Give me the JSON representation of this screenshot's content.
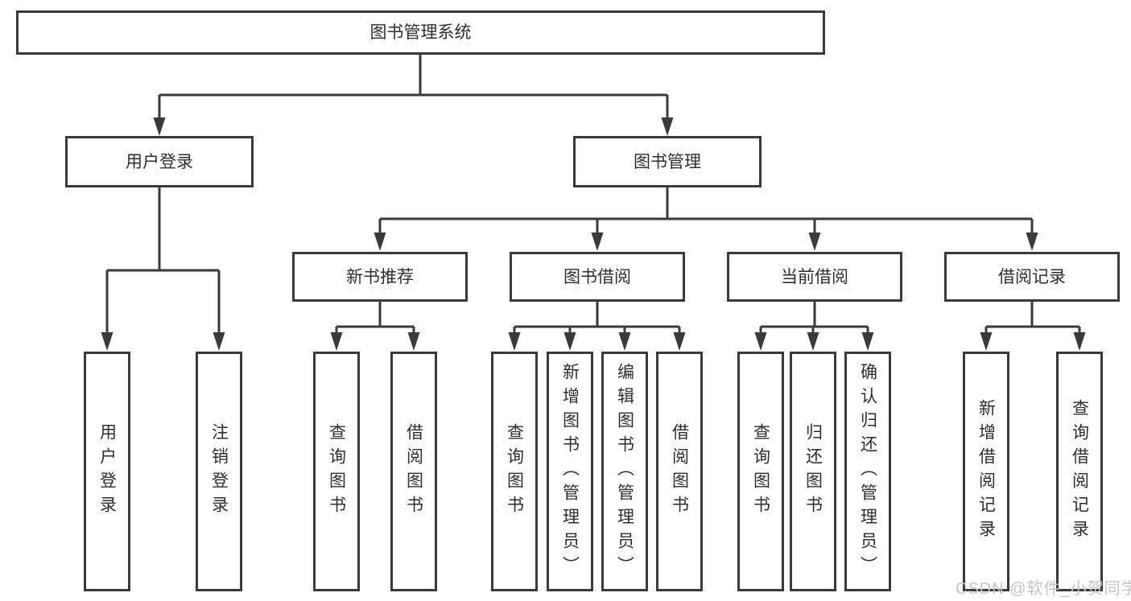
{
  "diagram_type": "hierarchy-tree",
  "tree": {
    "root": {
      "label": "图书管理系统"
    },
    "children": [
      {
        "label": "用户登录",
        "children": [
          {
            "label": "用户登录"
          },
          {
            "label": "注销登录"
          }
        ]
      },
      {
        "label": "图书管理",
        "children": [
          {
            "label": "新书推荐",
            "children": [
              {
                "label": "查询图书"
              },
              {
                "label": "借阅图书"
              }
            ]
          },
          {
            "label": "图书借阅",
            "children": [
              {
                "label": "查询图书"
              },
              {
                "label": "新增图书（管理员）"
              },
              {
                "label": "编辑图书（管理员）"
              },
              {
                "label": "借阅图书"
              }
            ]
          },
          {
            "label": "当前借阅",
            "children": [
              {
                "label": "查询图书"
              },
              {
                "label": "归还图书"
              },
              {
                "label": "确认归还（管理员）"
              }
            ]
          },
          {
            "label": "借阅记录",
            "children": [
              {
                "label": "新增借阅记录"
              },
              {
                "label": "查询借阅记录"
              }
            ]
          }
        ]
      }
    ]
  },
  "watermark": {
    "text": "CSDN @软件_小贺同学"
  },
  "colors": {
    "line": "#3a3a3a",
    "box_border": "#3a3a3a",
    "text": "#2e2e2e",
    "watermark": "#c4c4c4",
    "background": "#ffffff"
  }
}
